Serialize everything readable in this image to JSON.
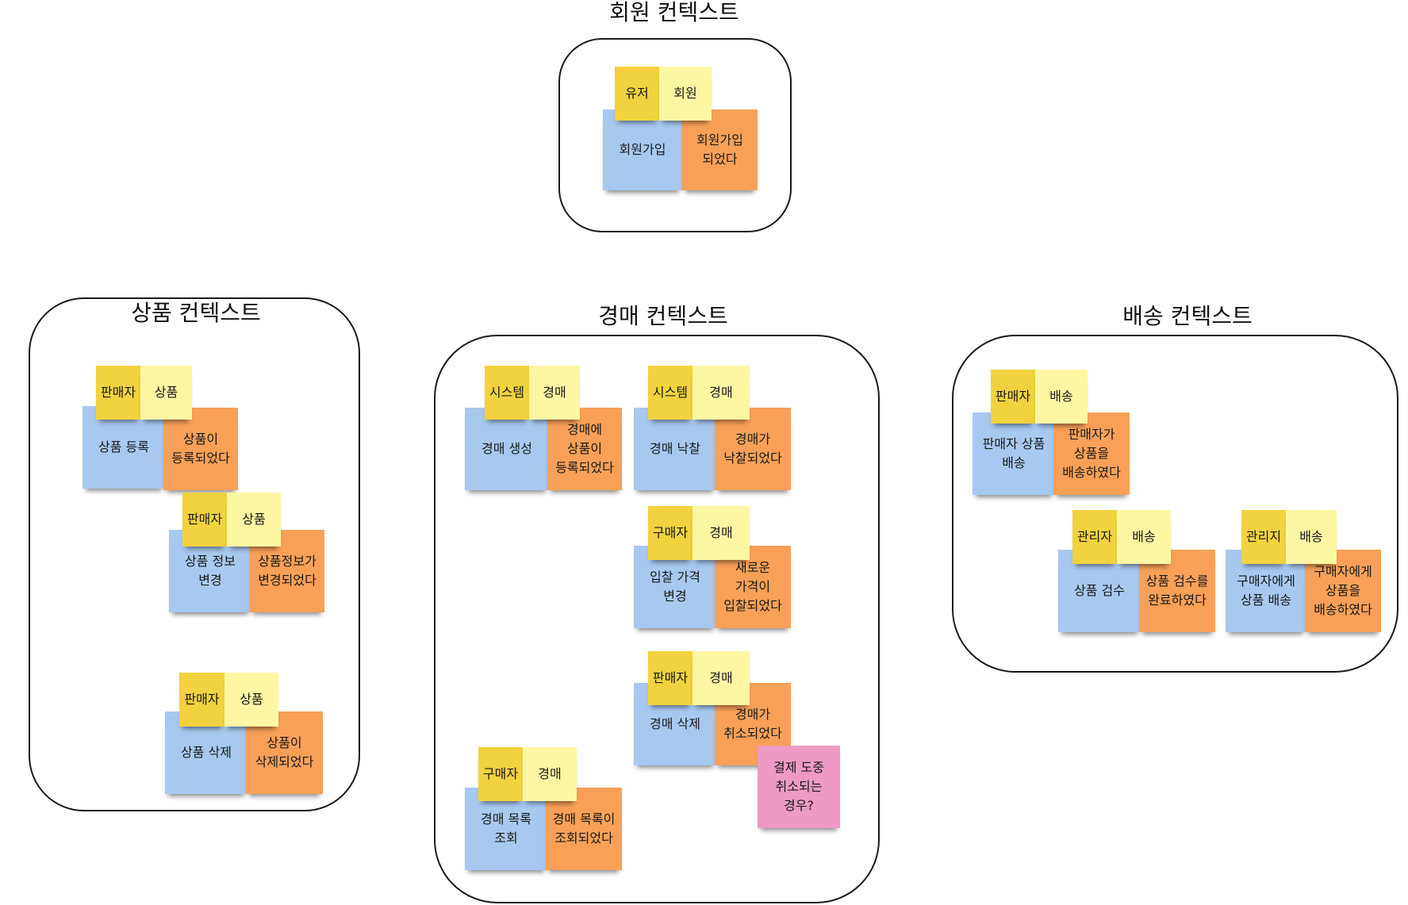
{
  "contexts": {
    "member": {
      "title": "회원 컨텍스트"
    },
    "product": {
      "title": "상품 컨텍스트"
    },
    "auction": {
      "title": "경매 컨텍스트"
    },
    "delivery": {
      "title": "배송 컨텍스트"
    }
  },
  "member": {
    "actor": "유저",
    "aggregate": "회원",
    "command": "회원가입",
    "event": "회원가입\n되었다"
  },
  "product": {
    "register": {
      "actor": "판매자",
      "aggregate": "상품",
      "command": "상품 등록",
      "event": "상품이\n등록되었다"
    },
    "edit": {
      "actor": "판매자",
      "aggregate": "상품",
      "command": "상품 정보\n변경",
      "event": "상품정보가\n변경되었다"
    },
    "delete": {
      "actor": "판매자",
      "aggregate": "상품",
      "command": "상품 삭제",
      "event": "상품이\n삭제되었다"
    }
  },
  "auction": {
    "create": {
      "actor": "시스템",
      "aggregate": "경매",
      "command": "경매 생성",
      "event": "경매에\n상품이\n등록되었다"
    },
    "award": {
      "actor": "시스템",
      "aggregate": "경매",
      "command": "경매 낙찰",
      "event": "경매가\n낙찰되었다"
    },
    "bid": {
      "actor": "구매자",
      "aggregate": "경매",
      "command": "입찰 가격\n변경",
      "event": "새로운\n가격이\n입찰되었다"
    },
    "delete": {
      "actor": "판매자",
      "aggregate": "경매",
      "command": "경매 삭제",
      "event": "경매가\n취소되었다",
      "question": "결제 도중\n취소되는\n경우?"
    },
    "list": {
      "actor": "구매자",
      "aggregate": "경매",
      "command": "경매 목록\n조회",
      "event": "경매 목록이\n조회되었다"
    }
  },
  "delivery": {
    "ship": {
      "actor": "판매자",
      "aggregate": "배송",
      "command": "판매자 상품\n배송",
      "event": "판매자가\n상품을\n배송하였다"
    },
    "inspect": {
      "actor": "관리자",
      "aggregate": "배송",
      "command": "상품 검수",
      "event": "상품 검수를\n완료하였다"
    },
    "deliver": {
      "actor": "관리지",
      "aggregate": "배송",
      "command": "구매자에게\n상품 배송",
      "event": "구매자에게\n상품을\n배송하였다"
    }
  },
  "colors": {
    "command": "#a8c8f0",
    "event": "#f8a058",
    "actor": "#f2d23e",
    "aggregate": "#fdf7a4",
    "question": "#ee9ac4"
  }
}
